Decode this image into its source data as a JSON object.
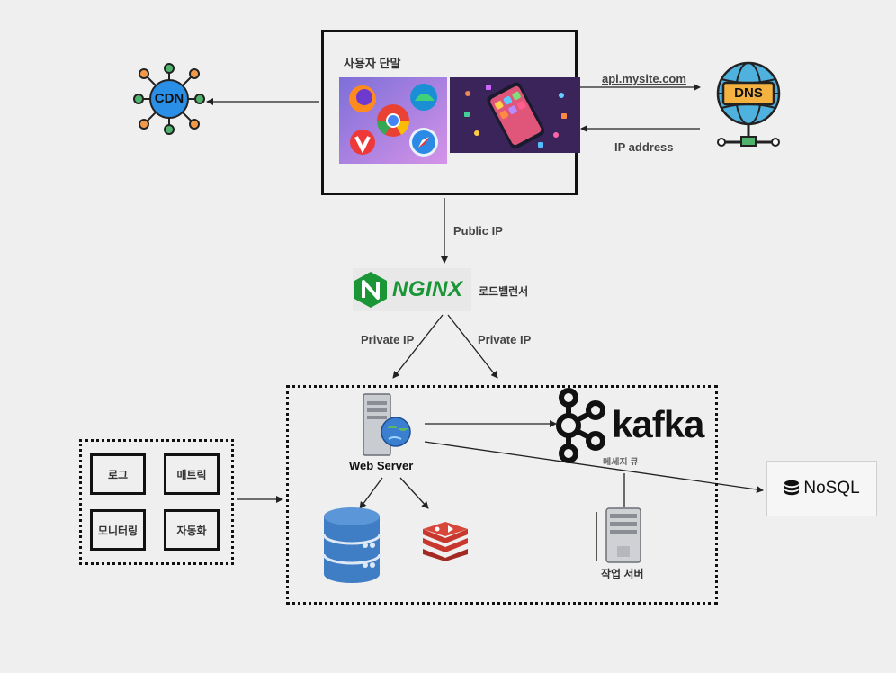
{
  "client": {
    "title": "사용자 단말"
  },
  "cdn": {
    "label": "CDN"
  },
  "dns": {
    "label": "DNS"
  },
  "edges": {
    "client_to_dns": "api.mysite.com",
    "dns_to_client": "IP address",
    "client_to_lb": "Public IP",
    "lb_to_web_left": "Private IP",
    "lb_to_web_right": "Private IP"
  },
  "load_balancer": {
    "logo": "NGINX",
    "label": "로드밸런서"
  },
  "web_server": {
    "label": "Web Server"
  },
  "kafka": {
    "logo": "kafka",
    "caption": "메세지 큐"
  },
  "worker": {
    "label": "작업 서버"
  },
  "nosql": {
    "label": "NoSQL"
  },
  "ops": {
    "items": [
      "로그",
      "매트릭",
      "모니터링",
      "자동화"
    ]
  },
  "colors": {
    "background": "#efefef",
    "nginx_green": "#1a9637",
    "db_blue": "#3f7dc4",
    "redis_red": "#c8372d",
    "cdn_blue": "#2a8fe6"
  }
}
